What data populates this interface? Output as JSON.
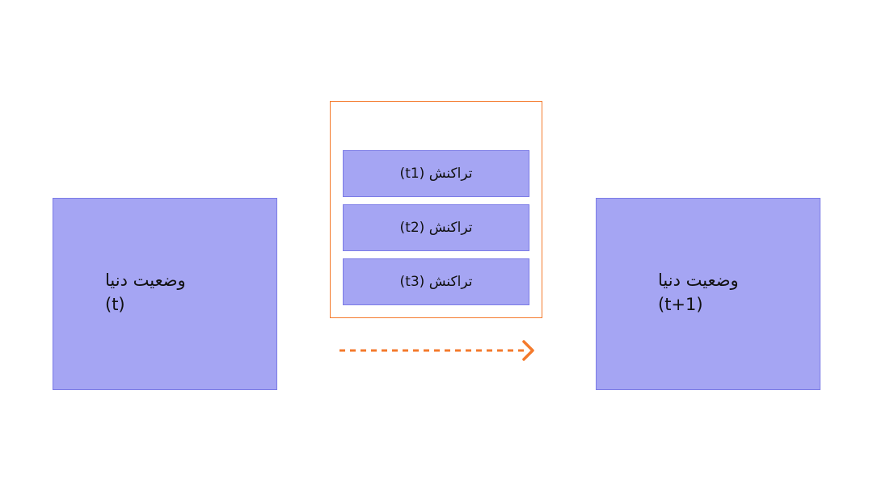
{
  "colors": {
    "box_fill": "#a5a5f3",
    "box_stroke": "#7b7be6",
    "accent": "#f47a2c",
    "text": "#111111"
  },
  "state_before": {
    "title": "وضعیت دنیا",
    "time": "(t)"
  },
  "state_after": {
    "title": "وضعیت دنیا",
    "time": "(t+1)"
  },
  "transactions": [
    {
      "label": "تراکنش (t1)"
    },
    {
      "label": "تراکنش (t2)"
    },
    {
      "label": "تراکنش (t3)"
    }
  ],
  "arrow": {
    "style": "dashed",
    "direction": "right",
    "icon": "arrow-right-icon"
  }
}
